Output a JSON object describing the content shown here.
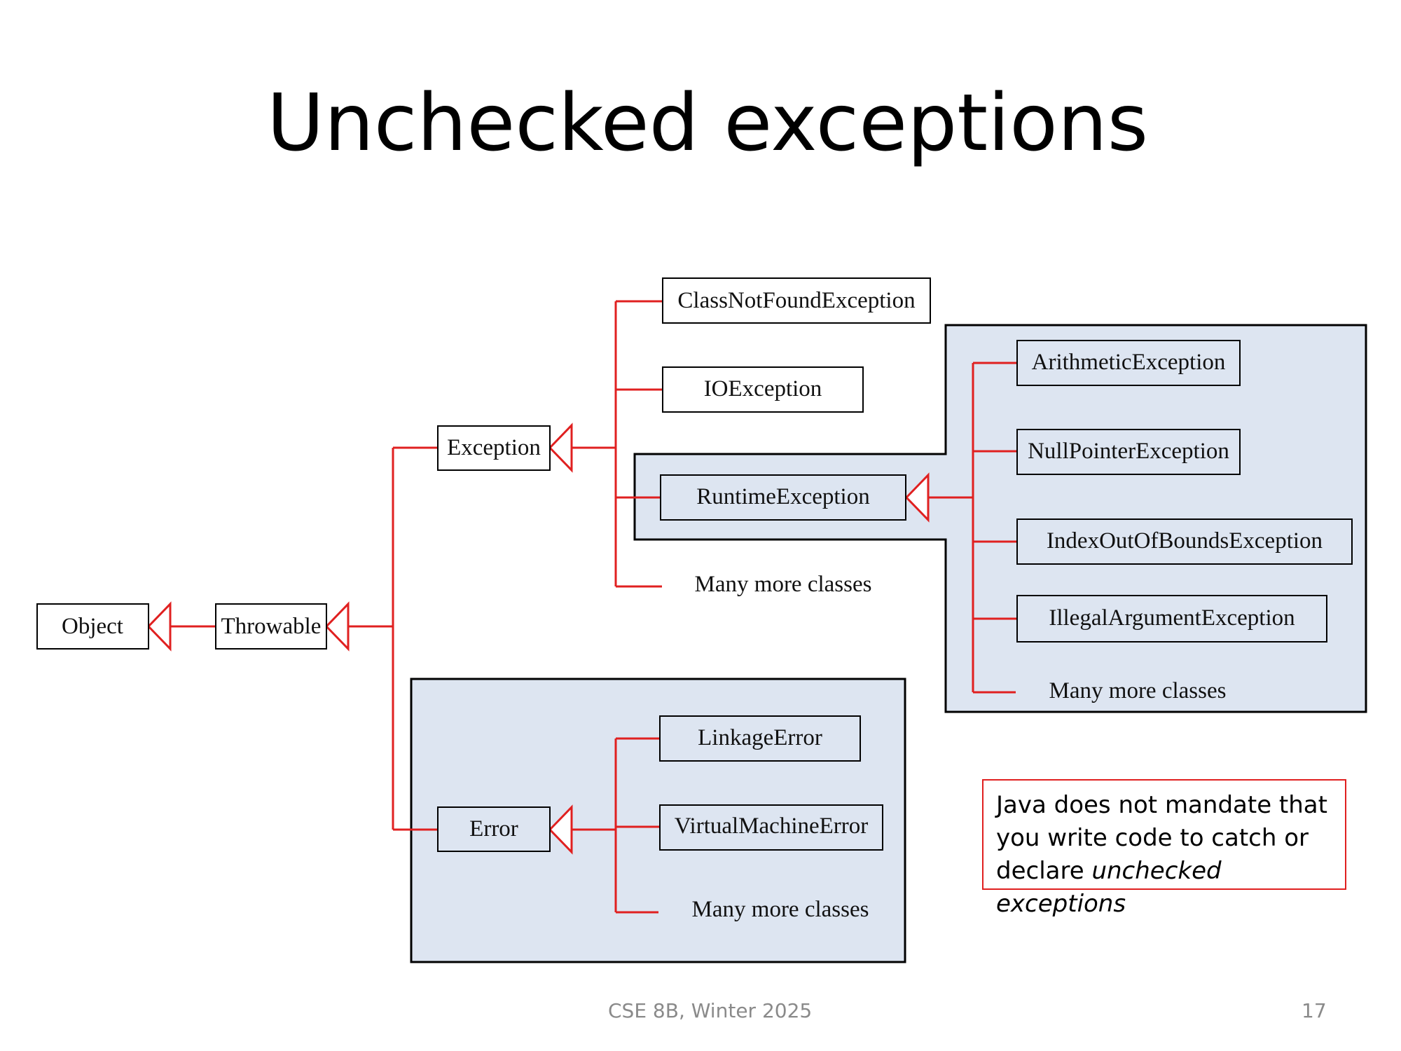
{
  "slide": {
    "title": "Unchecked exceptions",
    "footer_course": "CSE 8B, Winter 2025",
    "page_number": "17"
  },
  "diagram": {
    "nodes": {
      "object": "Object",
      "throwable": "Throwable",
      "exception": "Exception",
      "error": "Error",
      "class_not_found": "ClassNotFoundException",
      "io_exception": "IOException",
      "runtime_exception": "RuntimeException",
      "arithmetic": "ArithmeticException",
      "null_pointer": "NullPointerException",
      "index_out_of_bounds": "IndexOutOfBoundsException",
      "illegal_argument": "IllegalArgumentException",
      "linkage_error": "LinkageError",
      "virtual_machine_error": "VirtualMachineError"
    },
    "more_exception": "Many more classes",
    "more_runtime": "Many more classes",
    "more_error": "Many more classes"
  },
  "note": {
    "line1": "Java does not mandate that",
    "line2": "you write code to catch or",
    "line3_plain": "declare ",
    "line3_italic": "unchecked exceptions"
  },
  "colors": {
    "connector": "#e02020",
    "shaded_region": "#dde5f1",
    "box_border": "#000000"
  }
}
